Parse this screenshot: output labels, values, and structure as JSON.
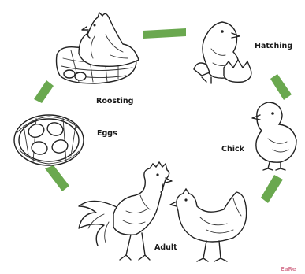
{
  "diagram": {
    "stages": [
      {
        "id": "roosting",
        "label": "Roosting"
      },
      {
        "id": "hatching",
        "label": "Hatching"
      },
      {
        "id": "chick",
        "label": "Chick"
      },
      {
        "id": "adult",
        "label": "Adult"
      },
      {
        "id": "eggs",
        "label": "Eggs"
      }
    ],
    "arrow_color": "#6aa84f",
    "watermark": "EaRe"
  }
}
